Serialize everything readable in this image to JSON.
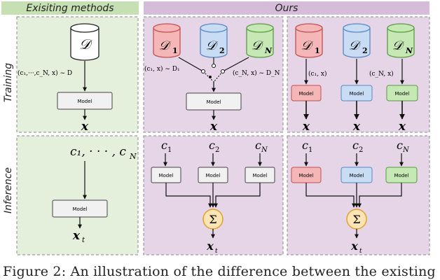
{
  "headers": {
    "existing": "Exisiting methods",
    "ours": "Ours"
  },
  "row_labels": {
    "training": "Training",
    "inference": "Inference"
  },
  "datasets": {
    "d": "𝒟",
    "d1": "𝒟",
    "d1_sub": "1",
    "d2": "𝒟",
    "d2_sub": "2",
    "dn": "𝒟",
    "dn_sub": "N"
  },
  "model_label": "Model",
  "outputs": {
    "x": "x",
    "x_t": "x",
    "t_sub": "t"
  },
  "conditions": {
    "c1": "c",
    "c1_sub": "1",
    "c2": "c",
    "c2_sub": "2",
    "cn": "c",
    "cn_sub": "N",
    "cond_list": "c₁, · · · , c"
  },
  "edge_labels": {
    "existing_pair": "(c₁,···,c_N, x) ~ D",
    "merged_left": "(c₁, x) ~ D₁",
    "merged_right": "(c_N, x) ~ D_N",
    "sep_c1": "(c₁, x)",
    "sep_cn": "(c_N, x)"
  },
  "sum_symbol": "Σ",
  "caption": "Figure 2: An illustration of the difference between the existing",
  "colors": {
    "green_panel": "#e4efdc",
    "green_header": "#c6e0b4",
    "purple_panel": "#e6d4e7",
    "purple_header": "#d5bcd8",
    "red": "#f4b6b6",
    "red_stroke": "#c05050",
    "blue": "#c8dcf4",
    "blue_stroke": "#5a86c0",
    "green": "#c6e8b4",
    "green_stroke": "#5a9a45",
    "orange": "#fce4b4",
    "orange_stroke": "#e0a030"
  }
}
